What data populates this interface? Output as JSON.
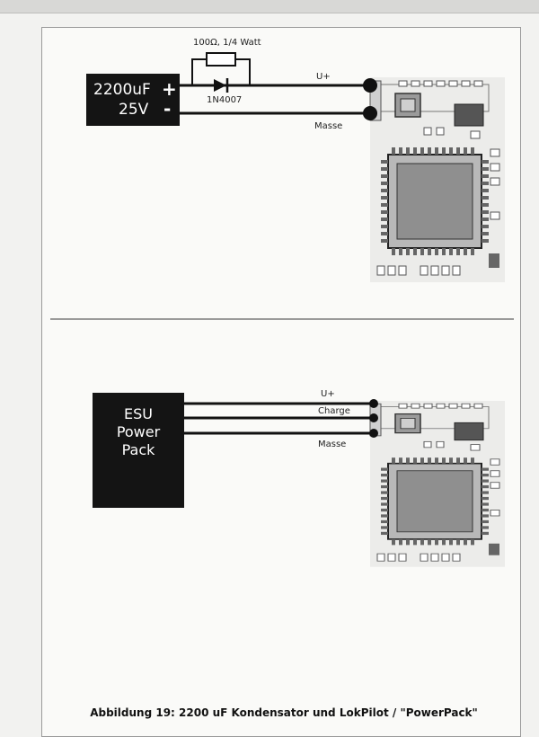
{
  "top_diagram": {
    "capacitor": {
      "value": "2200uF",
      "voltage": "25V",
      "plus": "+",
      "minus": "-"
    },
    "resistor_label": "100Ω, 1/4 Watt",
    "diode_label": "1N4007",
    "wire_labels": {
      "u_plus": "U+",
      "masse": "Masse"
    }
  },
  "bottom_diagram": {
    "power_pack": {
      "line1": "ESU",
      "line2": "Power",
      "line3": "Pack"
    },
    "wire_labels": {
      "u_plus": "U+",
      "charge": "Charge",
      "masse": "Masse"
    }
  },
  "caption": "Abbildung 19: 2200 uF Kondensator und LokPilot / \"PowerPack\""
}
